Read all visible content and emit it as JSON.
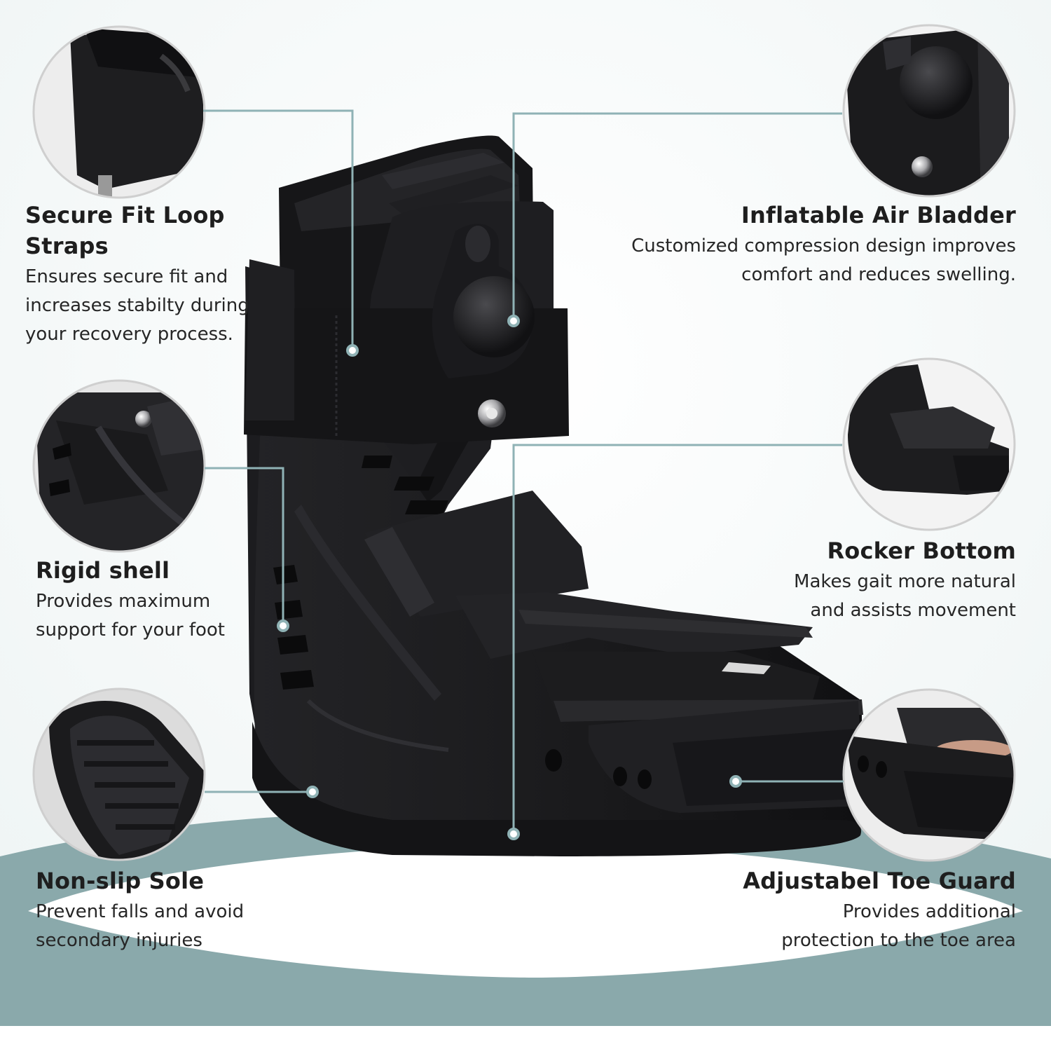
{
  "colors": {
    "background": "#f6f9f9",
    "accent_band": "#8aa9ab",
    "callout_line": "#8fb2b5",
    "product": "#1b1b1d"
  },
  "product": {
    "image": "black-short-walking-boot",
    "detail_images": [
      "loop-strap-closeup",
      "air-bladder-pump-closeup",
      "rigid-shell-closeup",
      "rocker-bottom-closeup",
      "non-slip-sole-closeup",
      "toe-guard-closeup"
    ]
  },
  "features": [
    {
      "title_lines": [
        "Secure Fit Loop",
        "Straps"
      ],
      "desc_lines": [
        "Ensures secure fit and",
        "increases stabilty during",
        "your recovery process."
      ]
    },
    {
      "title_lines": [
        "Inflatable Air Bladder"
      ],
      "desc_lines": [
        "Customized compression design improves",
        "comfort and reduces swelling."
      ]
    },
    {
      "title_lines": [
        "Rigid shell"
      ],
      "desc_lines": [
        "Provides maximum",
        "support for your foot"
      ]
    },
    {
      "title_lines": [
        "Rocker Bottom"
      ],
      "desc_lines": [
        "Makes gait more natural",
        "and assists movement"
      ]
    },
    {
      "title_lines": [
        "Non-slip Sole"
      ],
      "desc_lines": [
        "Prevent falls and avoid",
        "secondary injuries"
      ]
    },
    {
      "title_lines": [
        "Adjustabel Toe Guard"
      ],
      "desc_lines": [
        "Provides additional",
        "protection to the toe area"
      ]
    }
  ]
}
